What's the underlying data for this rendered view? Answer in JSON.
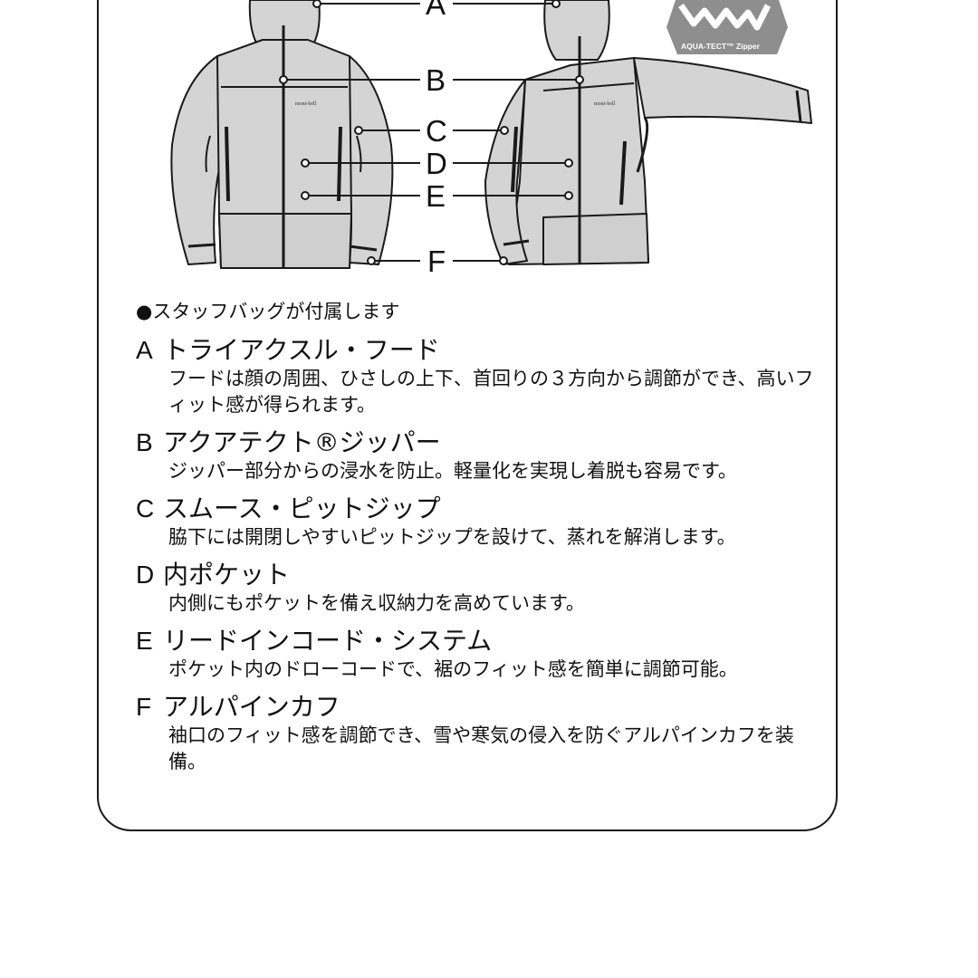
{
  "illustration": {
    "labels": [
      "A",
      "B",
      "C",
      "D",
      "E",
      "F"
    ],
    "brand_left": "mont-bell",
    "brand_right": "mont-bell",
    "badge_text": "AQUA-TECT™ Zipper"
  },
  "note": "●スタッフバッグが付属します",
  "features": [
    {
      "letter": "A",
      "title": "トライアクスル・フード",
      "desc": "フードは顔の周囲、ひさしの上下、首回りの３方向から調節ができ、高いフィット感が得られます。"
    },
    {
      "letter": "B",
      "title": "アクアテクト®ジッパー",
      "desc": "ジッパー部分からの浸水を防止。軽量化を実現し着脱も容易です。"
    },
    {
      "letter": "C",
      "title": "スムース・ピットジップ",
      "desc": "脇下には開閉しやすいピットジップを設けて、蒸れを解消します。"
    },
    {
      "letter": "D",
      "title": "内ポケット",
      "desc": "内側にもポケットを備え収納力を高めています。"
    },
    {
      "letter": "E",
      "title": "リードインコード・システム",
      "desc": "ポケット内のドローコードで、裾のフィット感を簡単に調節可能。"
    },
    {
      "letter": "F",
      "title": "アルパインカフ",
      "desc": "袖口のフィット感を調節でき、雪や寒気の侵入を防ぐアルパインカフを装備。"
    }
  ],
  "colors": {
    "jacket_fill": "#d4d4d4",
    "outline": "#1a1a1a",
    "badge_fill": "#8e8e8e"
  }
}
